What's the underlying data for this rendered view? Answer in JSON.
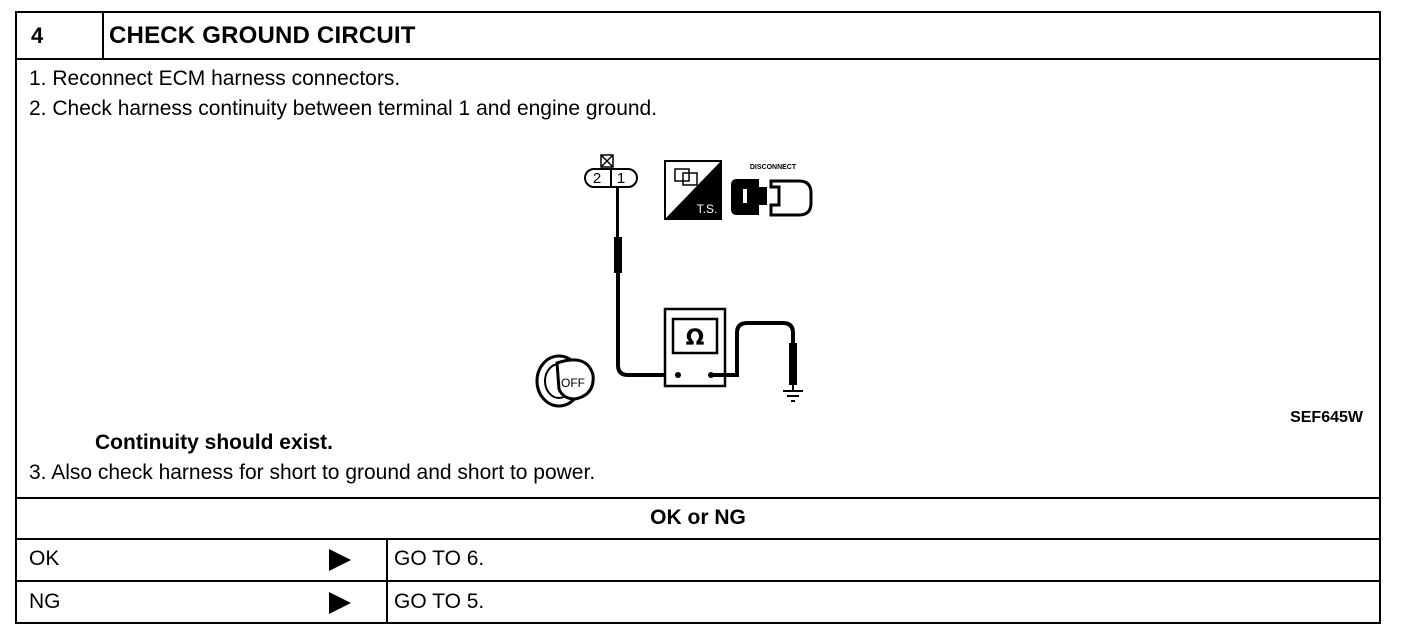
{
  "header": {
    "step_number": "4",
    "title": "CHECK GROUND CIRCUIT"
  },
  "steps": {
    "step1": "1. Reconnect ECM harness connectors.",
    "step2": "2. Check harness continuity between terminal 1 and engine ground.",
    "note": "Continuity should exist.",
    "step3": "3. Also check harness for short to ground and short to power."
  },
  "figure": {
    "code": "SEF645W",
    "connector_pins": [
      "2",
      "1"
    ],
    "ts_label": "T.S.",
    "disconnect_label": "DISCONNECT",
    "meter_symbol": "Ω",
    "key_label": "OFF",
    "icons": [
      "connector-icon",
      "tester-icon",
      "disconnect-icon",
      "ohmmeter-icon",
      "ignition-key-icon",
      "ground-icon"
    ]
  },
  "result": {
    "heading": "OK or NG",
    "rows": [
      {
        "label": "OK",
        "action": "GO TO 6."
      },
      {
        "label": "NG",
        "action": "GO TO 5."
      }
    ]
  }
}
